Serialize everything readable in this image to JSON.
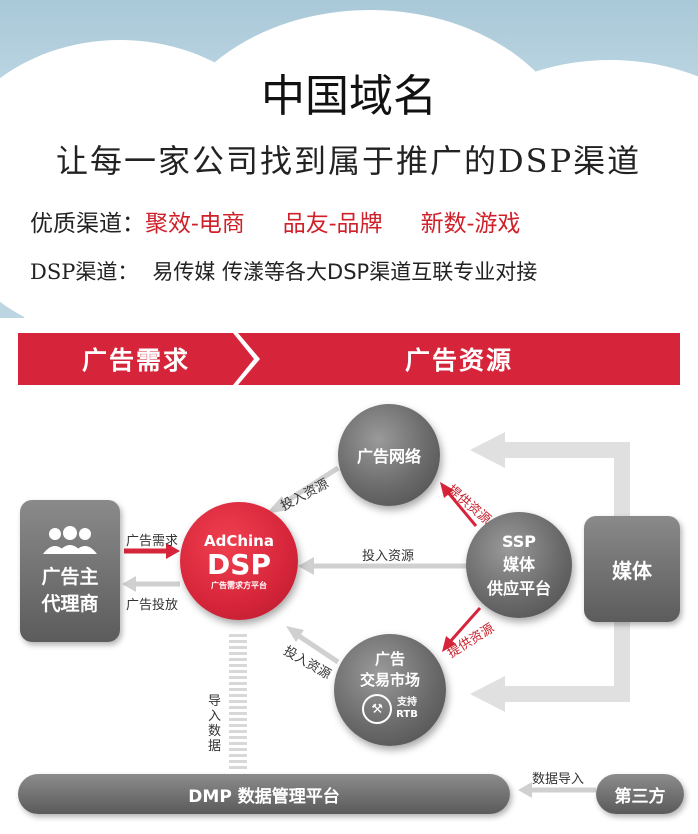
{
  "banner": {
    "title": "中国域名",
    "slogan": "让每一家公司找到属于推广的DSP渠道",
    "quality_prefix": "优质渠道：",
    "quality_channels": [
      "聚效-电商",
      "品友-品牌",
      "新数-游戏"
    ],
    "dsp_prefix": "DSP渠道：",
    "dsp_text": "易传媒 传漾等各大DSP渠道互联专业对接"
  },
  "diagram": {
    "header_left": "广告需求",
    "header_right": "广告资源",
    "advertiser_line1": "广告主",
    "advertiser_line2": "代理商",
    "dsp_brand": "AdChina",
    "dsp_name": "DSP",
    "dsp_sub": "广告需求方平台",
    "ad_network": "广告网络",
    "ssp_line1": "SSP",
    "ssp_line2": "媒体",
    "ssp_line3": "供应平台",
    "exchange_line1": "广告",
    "exchange_line2": "交易市场",
    "rtb_line1": "支持",
    "rtb_line2": "RTB",
    "media": "媒体",
    "dmp": "DMP 数据管理平台",
    "third_party": "第三方",
    "labels": {
      "ad_demand": "广告需求",
      "ad_delivery": "广告投放",
      "invest_1": "投入资源",
      "invest_2": "投入资源",
      "invest_3": "投入资源",
      "supply_1": "提供资源",
      "supply_2": "提供资源",
      "import": "导入数据",
      "data_import": "数据导入"
    }
  }
}
